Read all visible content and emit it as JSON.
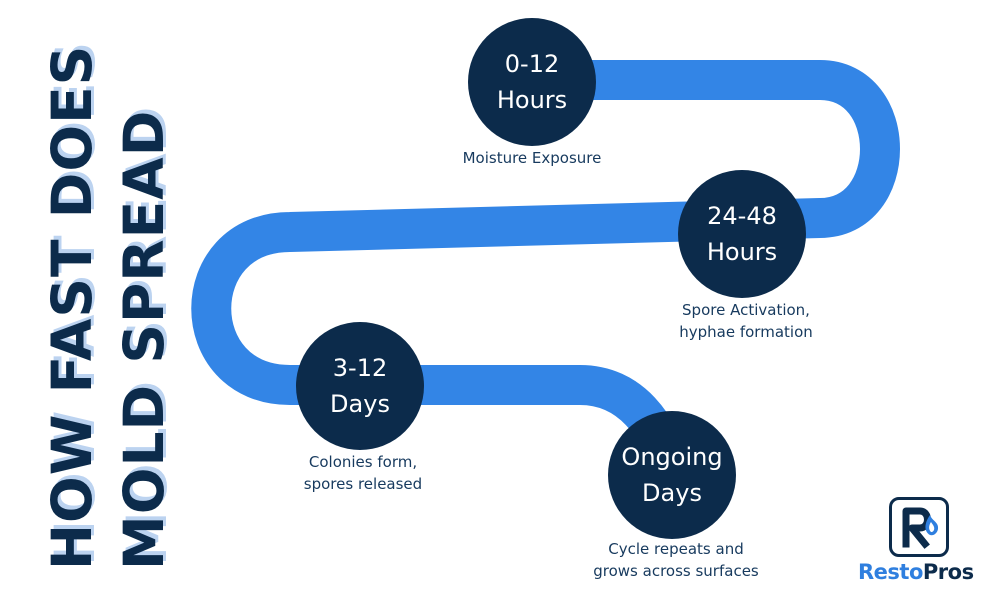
{
  "title": {
    "line1": "HOW FAST DOES",
    "line2": "MOLD SPREAD"
  },
  "stages": [
    {
      "label_line1": "0-12",
      "label_line2": "Hours",
      "caption_line1": "Moisture Exposure",
      "caption_line2": ""
    },
    {
      "label_line1": "24-48",
      "label_line2": "Hours",
      "caption_line1": "Spore Activation,",
      "caption_line2": "hyphae formation"
    },
    {
      "label_line1": "3-12",
      "label_line2": "Days",
      "caption_line1": "Colonies form,",
      "caption_line2": "spores released"
    },
    {
      "label_line1": "Ongoing",
      "label_line2": "Days",
      "caption_line1": "Cycle repeats and",
      "caption_line2": "grows across surfaces"
    }
  ],
  "brand": {
    "name_part1": "Resto",
    "name_part2": "Pros",
    "logo_icon": "r-flame-logo-icon"
  },
  "colors": {
    "path": "#3385e6",
    "node": "#0c2b4b",
    "title": "#0c2b4b",
    "title_shadow": "#bcd3f0",
    "caption": "#173a5e",
    "brand_accent": "#2f7fdf"
  }
}
